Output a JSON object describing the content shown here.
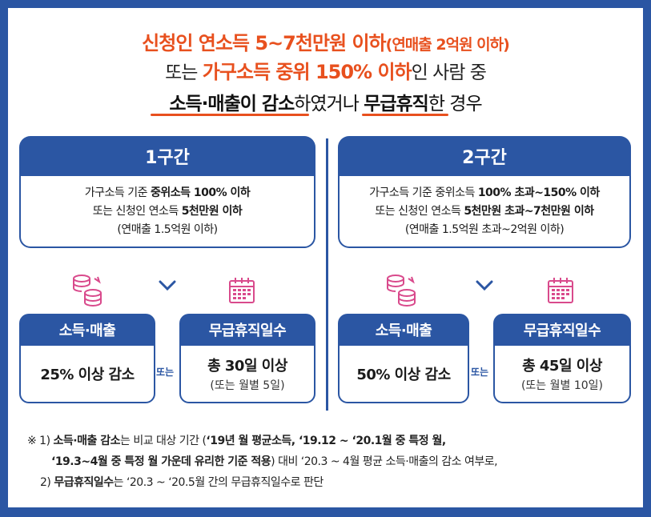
{
  "header": {
    "line1_main": "신청인 연소득 5~7천만원 이하",
    "line1_sub": "(연매출 2억원 이하)",
    "line2_pre": "또는 ",
    "line2_highlight": "가구소득 중위 150% 이하",
    "line2_post": "인 사람 중",
    "line3_a": "소득·매출이 감소",
    "line3_b": "하였거나 ",
    "line3_c": "무급휴직",
    "line3_d": "한 경우"
  },
  "sections": [
    {
      "title": "1구간",
      "body": {
        "l1_pre": "가구소득 기준 ",
        "l1_bold": "중위소득 100% 이하",
        "l2_pre": "또는 신청인 연소득 ",
        "l2_bold": "5천만원 이하",
        "l3": "(연매출 1.5억원 이하)"
      },
      "income_label": "소득·매출",
      "income_value": "25% 이상 감소",
      "or_label": "또는",
      "leave_label": "무급휴직일수",
      "leave_value": "총 30일 이상",
      "leave_sub": "(또는 월별 5일)"
    },
    {
      "title": "2구간",
      "body": {
        "l1_pre": "가구소득 기준 중위소득 ",
        "l1_bold": "100% 초과~150% 이하",
        "l2_pre": "또는 신청인 연소득 ",
        "l2_bold": "5천만원 초과~7천만원 이하",
        "l3": "(연매출 1.5억원 초과~2억원 이하)"
      },
      "income_label": "소득·매출",
      "income_value": "50% 이상 감소",
      "or_label": "또는",
      "leave_label": "무급휴직일수",
      "leave_value": "총 45일 이상",
      "leave_sub": "(또는 월별 10일)"
    }
  ],
  "notes": {
    "mark": "※ 1) ",
    "n1_bold": "소득·매출 감소",
    "n1_text": "는 비교 대상 기간 (",
    "n1_bold2": "‘19년 월 평균소득, ‘19.12 ~ ‘20.1월 중 특정 월,",
    "n2_bold": "‘19.3~4월 중 특정 월 가운데 유리한 기준 적용",
    "n2_text": ") 대비 ‘20.3 ~ 4월 평균 소득·매출의 감소 여부로,",
    "n3_num": "2) ",
    "n3_bold": "무급휴직일수",
    "n3_text": "는 ‘20.3 ~ ‘20.5월 간의 무급휴직일수로 판단"
  },
  "colors": {
    "primary": "#2b56a3",
    "accent": "#e8501e",
    "icon": "#d94a8c"
  }
}
